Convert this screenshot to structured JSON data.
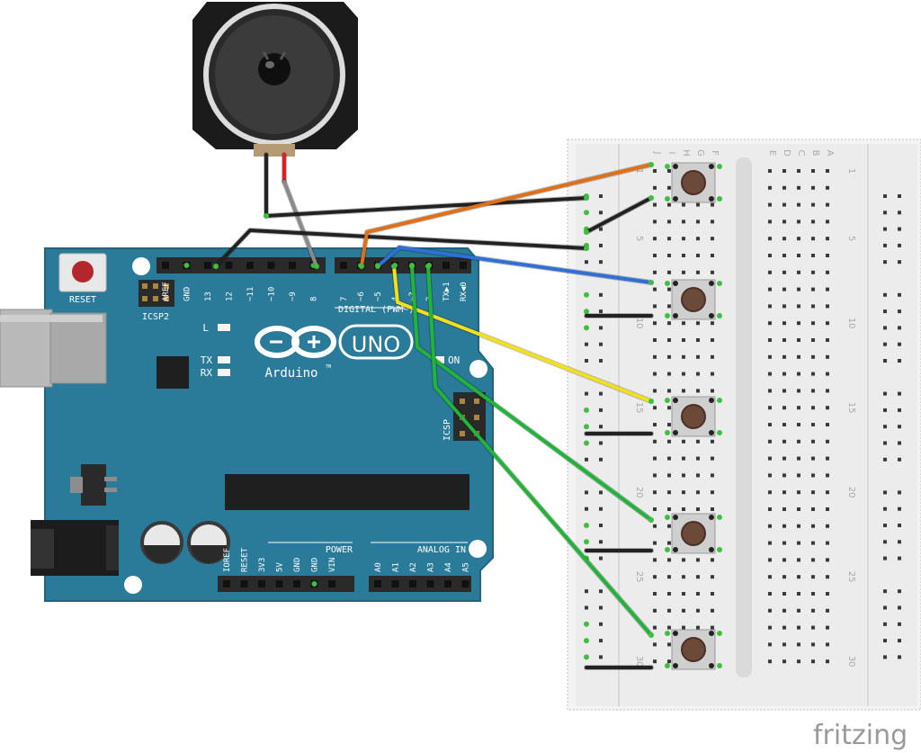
{
  "arduino": {
    "reset_label": "RESET",
    "icsp2_label": "ICSP2",
    "icsp_label": "ICSP",
    "led_labels": [
      "L",
      "TX",
      "RX"
    ],
    "on_label": "ON",
    "brand": "Arduino",
    "tm": "TM",
    "model": "UNO",
    "digital_label": "DIGITAL (PWM~)",
    "power_label": "POWER",
    "analog_label": "ANALOG IN",
    "digital_pins_left": [
      "AREF",
      "GND",
      "13",
      "12",
      "~11",
      "~10",
      "~9",
      "8"
    ],
    "digital_pins_right": [
      "7",
      "~6",
      "~5",
      "4",
      "~3",
      "2",
      "TX▶1",
      "RX◀0"
    ],
    "power_pins": [
      "IOREF",
      "RESET",
      "3V3",
      "5V",
      "GND",
      "GND",
      "VIN"
    ],
    "analog_pins": [
      "A0",
      "A1",
      "A2",
      "A3",
      "A4",
      "A5"
    ],
    "board_color": "#2a7a99"
  },
  "breadboard": {
    "col_letters_left": [
      "J",
      "I",
      "H",
      "G",
      "F"
    ],
    "col_letters_right": [
      "E",
      "D",
      "C",
      "B",
      "A"
    ],
    "row_numbers": [
      "1",
      "5",
      "10",
      "15",
      "20",
      "25",
      "30"
    ]
  },
  "wires": {
    "colors": {
      "black": "#222222",
      "red": "#e02020",
      "gray": "#8a8a8a",
      "orange": "#e07018",
      "blue": "#2f6fd6",
      "yellow": "#f2e01c",
      "green": "#22b33a"
    }
  },
  "footer": {
    "brand": "fritzing"
  }
}
